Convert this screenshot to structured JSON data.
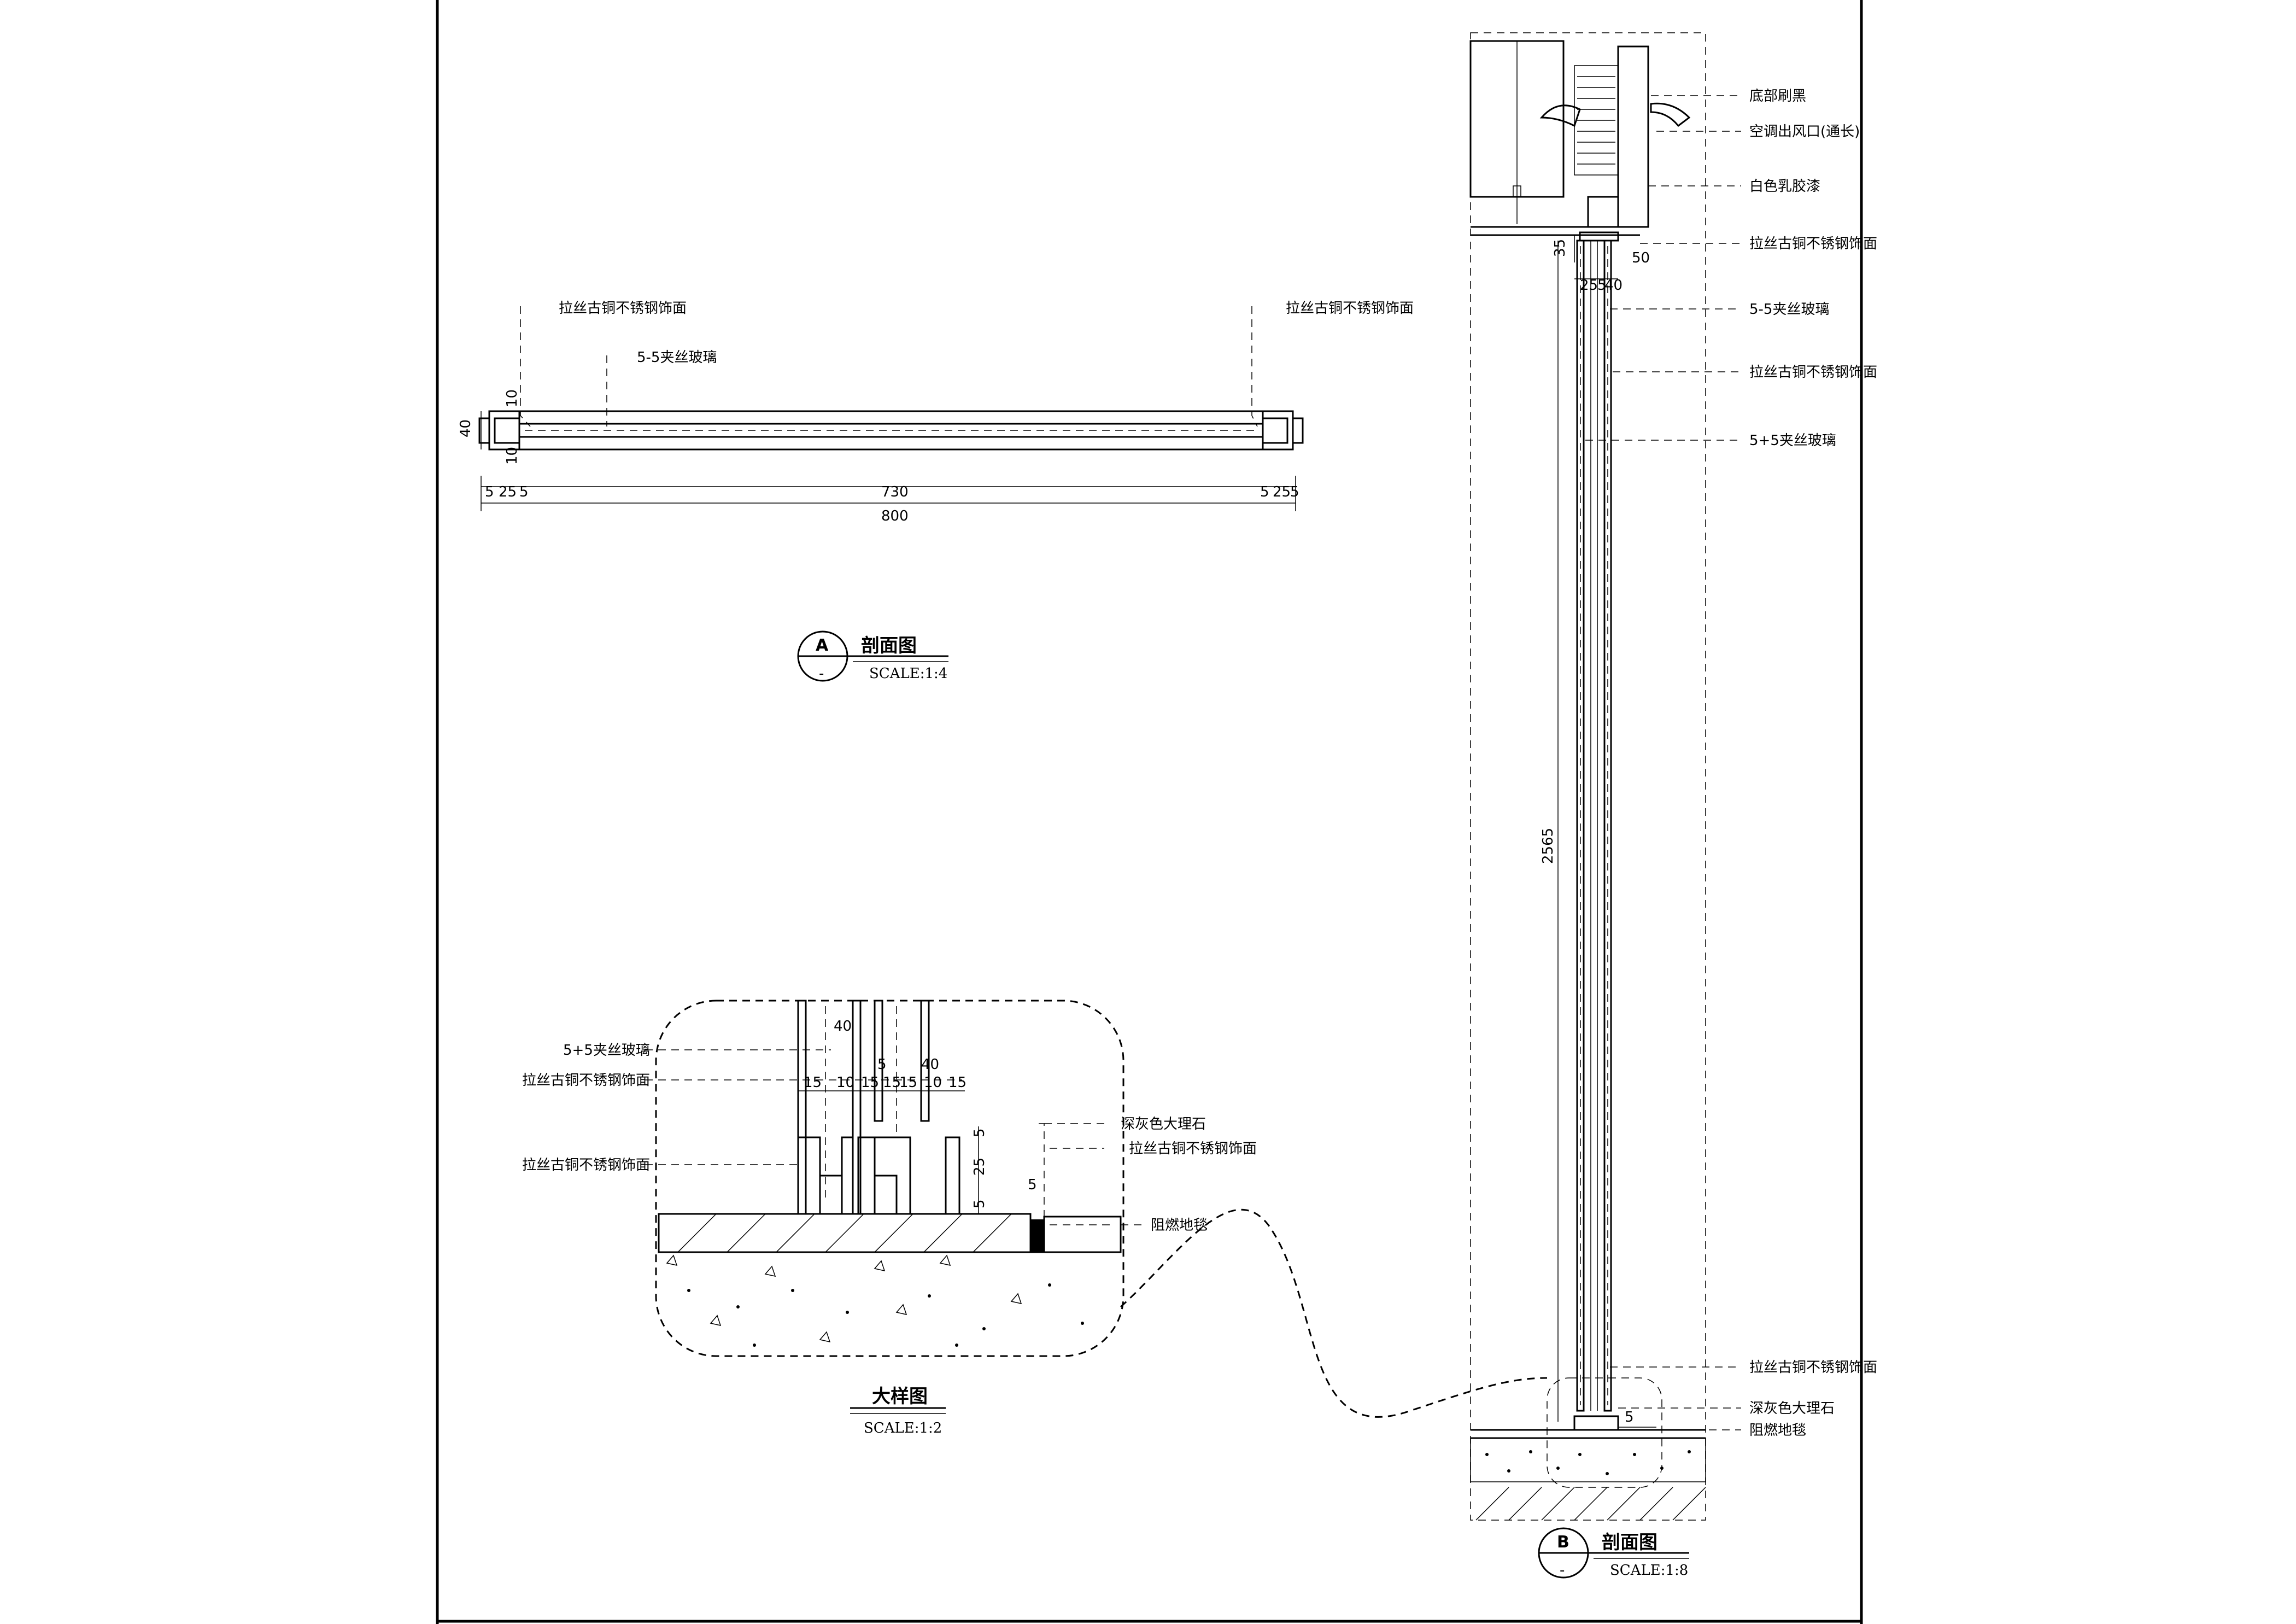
{
  "section_a": {
    "callout_left": "拉丝古铜不锈钢饰面",
    "callout_right": "拉丝古铜不锈钢饰面",
    "callout_glass": "5-5夹丝玻璃",
    "dim_height": "40",
    "dim_top": "10",
    "dim_bottom": "10",
    "dim_l1": "5",
    "dim_l2": "25",
    "dim_l3": "5",
    "dim_mid": "730",
    "dim_r1": "5",
    "dim_r2": "25",
    "dim_r3": "5",
    "dim_total": "800",
    "marker": "A",
    "marker_sub": "-",
    "title": "剖面图",
    "scale": "SCALE:1:4"
  },
  "section_b": {
    "callout_1": "底部刷黑",
    "callout_2": "空调出风口(通长)",
    "callout_3": "白色乳胶漆",
    "callout_4": "拉丝古铜不锈钢饰面",
    "callout_5": "5-5夹丝玻璃",
    "callout_6": "拉丝古铜不锈钢饰面",
    "callout_7": "5+5夹丝玻璃",
    "callout_8": "拉丝古铜不锈钢饰面",
    "callout_9": "深灰色大理石",
    "callout_10": "阻燃地毯",
    "dim_35": "35",
    "dim_50": "50",
    "dim_25": "25",
    "dim_5": "5",
    "dim_40": "40",
    "dim_height": "2565",
    "dim_bottom": "5",
    "marker": "B",
    "marker_sub": "-",
    "title": "剖面图",
    "scale": "SCALE:1:8"
  },
  "detail": {
    "callout_glass": "5+5夹丝玻璃",
    "callout_steel_1": "拉丝古铜不锈钢饰面",
    "callout_steel_2": "拉丝古铜不锈钢饰面",
    "callout_marble": "深灰色大理石",
    "callout_steel_3": "拉丝古铜不锈钢饰面",
    "callout_carpet": "阻燃地毯",
    "dim_40a": "40",
    "dim_5a": "5",
    "dim_40b": "40",
    "dims_row": [
      "15",
      "10",
      "15",
      "15",
      "15",
      "10",
      "15"
    ],
    "dim_v5": "5",
    "dim_v25": "25",
    "dim_v5b": "5",
    "dim_5c": "5",
    "title": "大样图",
    "scale": "SCALE:1:2"
  }
}
